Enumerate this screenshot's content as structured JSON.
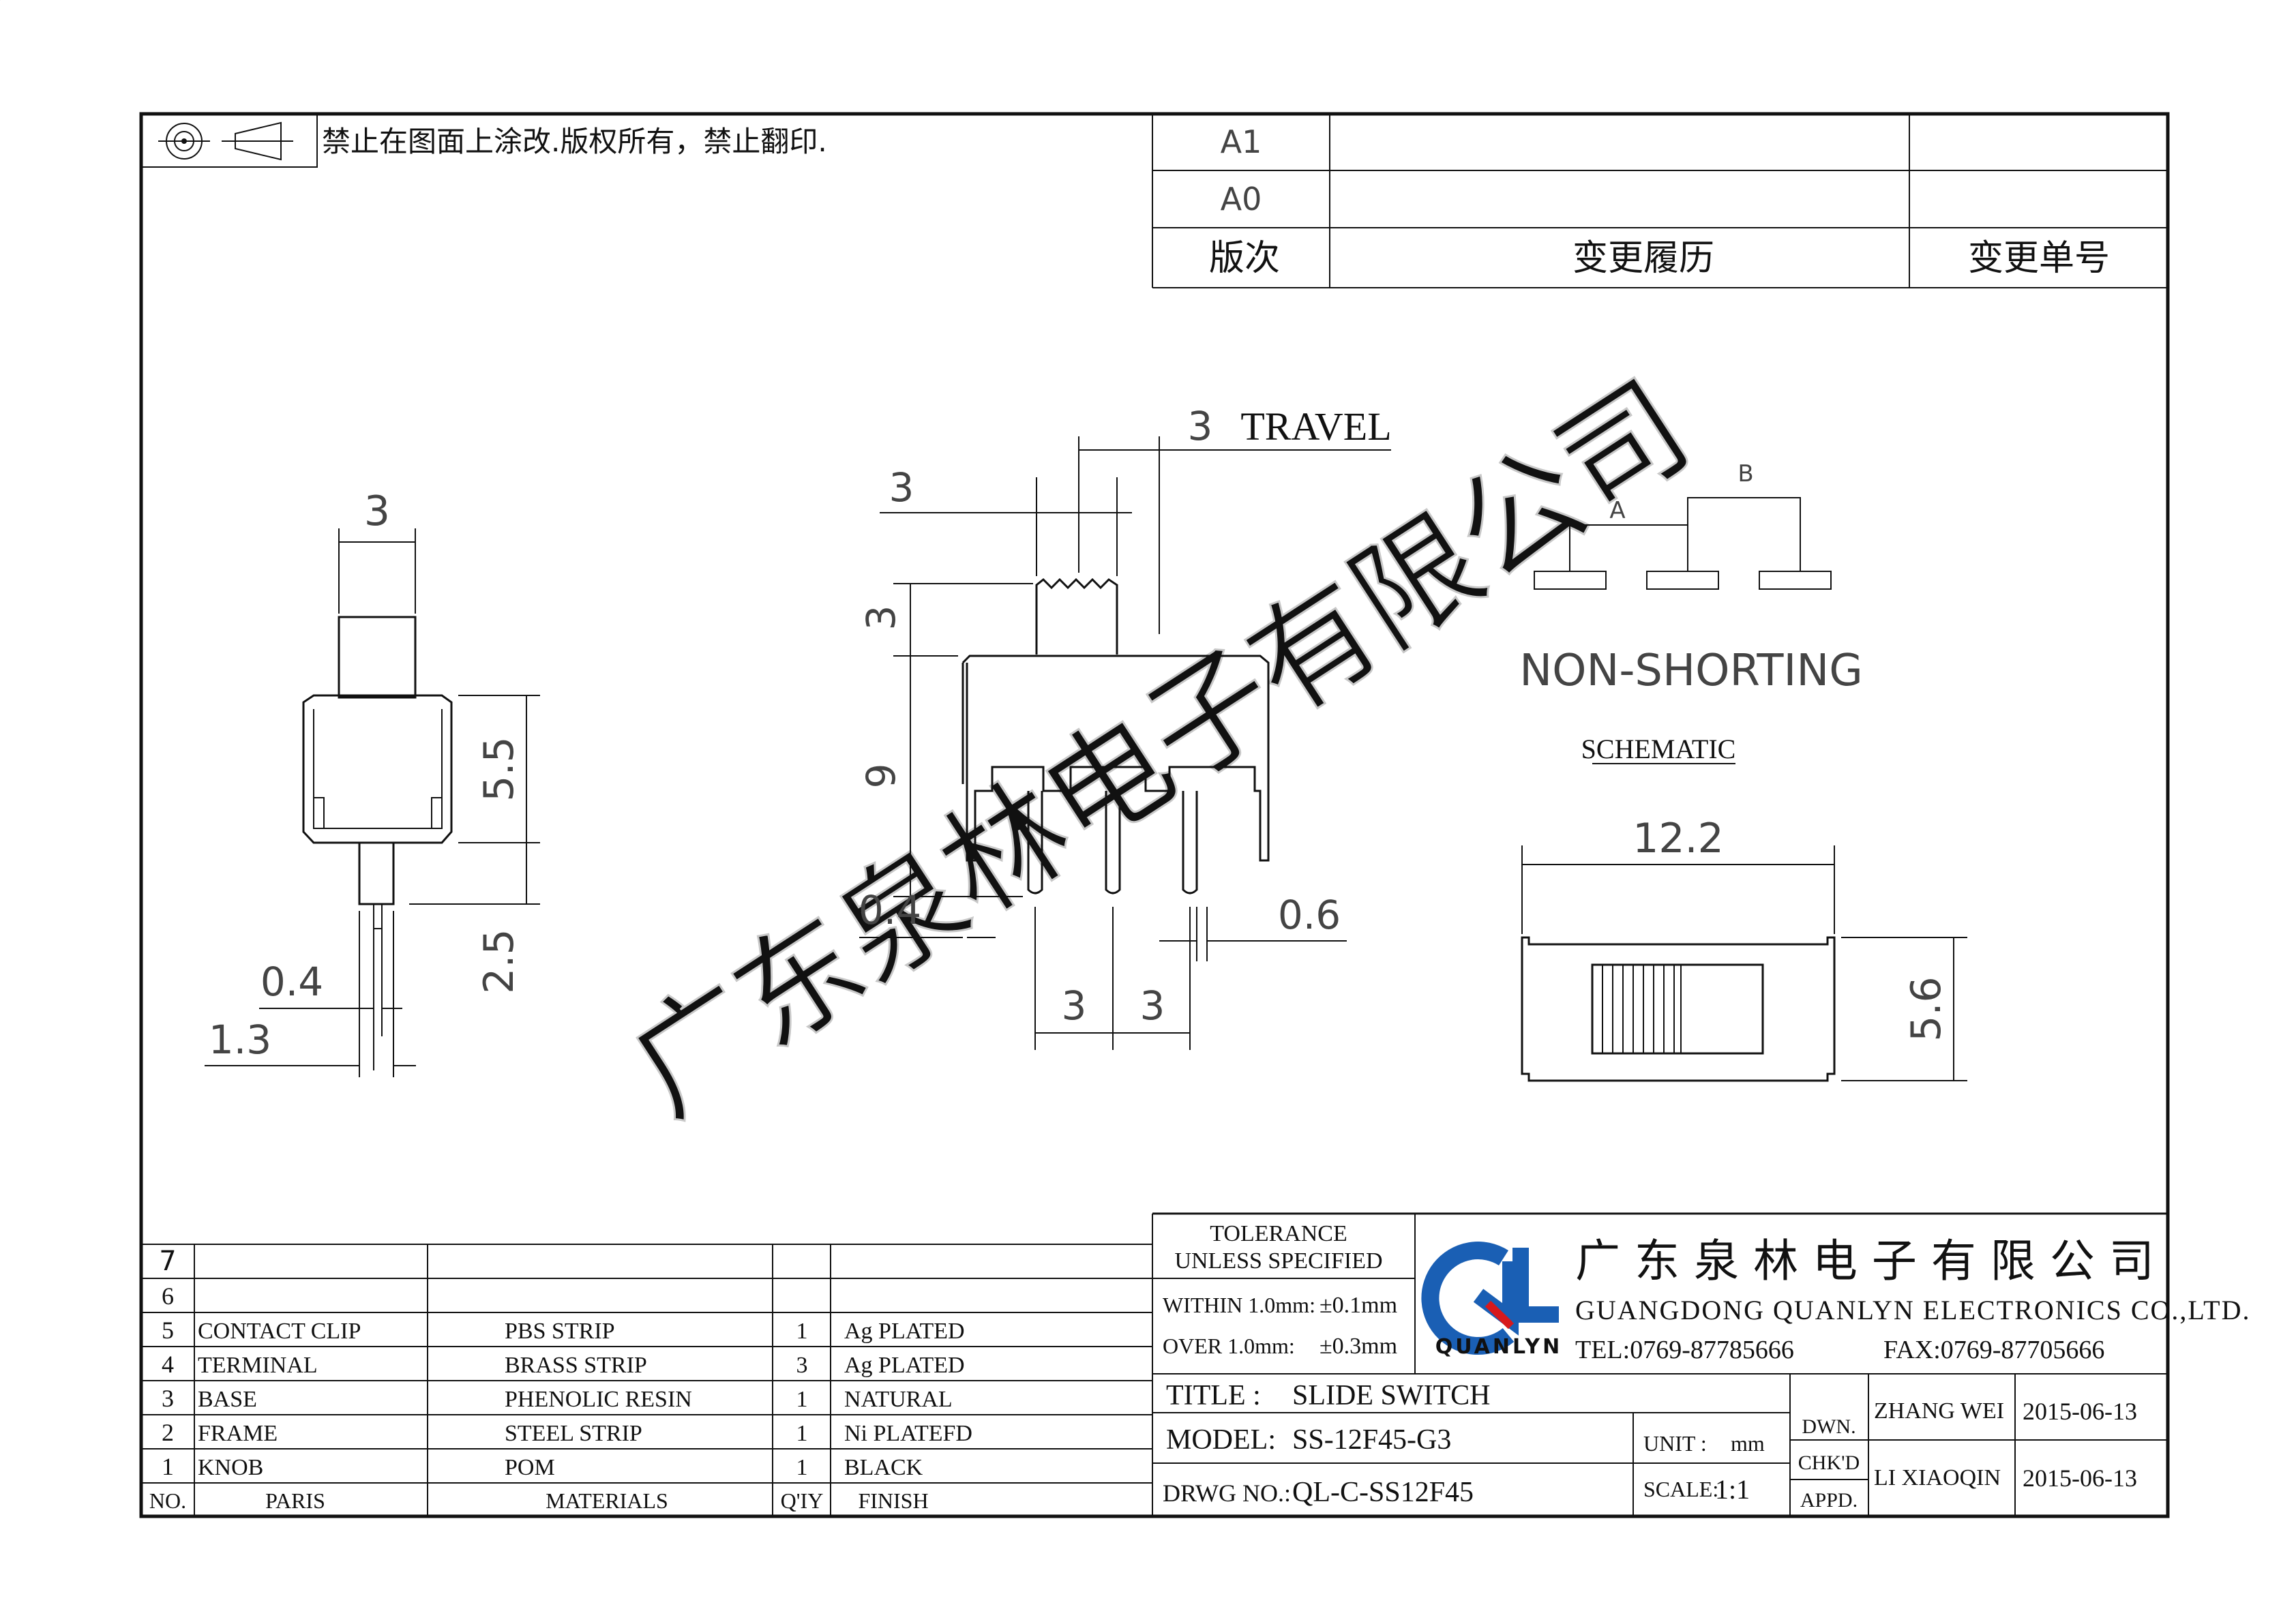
{
  "notice": "禁止在图面上涂改.版权所有，禁止翻印.",
  "revision_table": {
    "rows": [
      "A1",
      "A0"
    ],
    "headers": [
      "版次",
      "变更履历",
      "变更单号"
    ]
  },
  "side_view": {
    "dims": [
      "3",
      "5.5",
      "2.5",
      "0.4",
      "1.3"
    ]
  },
  "front_view": {
    "travel_value": "3",
    "travel_label": "TRAVEL",
    "dims": [
      "3",
      "3",
      "9",
      "0.4",
      "3",
      "3",
      "0.6"
    ]
  },
  "schematic": {
    "label_a": "A",
    "label_b": "B",
    "type": "NON-SHORTING",
    "caption": "SCHEMATIC"
  },
  "top_view": {
    "dims": [
      "12.2",
      "5.6"
    ]
  },
  "parts_table": {
    "headers": {
      "no": "NO.",
      "parts": "PARIS",
      "materials": "MATERIALS",
      "qty": "Q'IY",
      "finish": "FINISH"
    },
    "rows": [
      {
        "no": "7",
        "part": "",
        "material": "",
        "qty": "",
        "finish": ""
      },
      {
        "no": "6",
        "part": "",
        "material": "",
        "qty": "",
        "finish": ""
      },
      {
        "no": "5",
        "part": "CONTACT CLIP",
        "material": "PBS STRIP",
        "qty": "1",
        "finish": "Ag PLATED"
      },
      {
        "no": "4",
        "part": "TERMINAL",
        "material": "BRASS STRIP",
        "qty": "3",
        "finish": "Ag PLATED"
      },
      {
        "no": "3",
        "part": "BASE",
        "material": "PHENOLIC RESIN",
        "qty": "1",
        "finish": "NATURAL"
      },
      {
        "no": "2",
        "part": "FRAME",
        "material": "STEEL STRIP",
        "qty": "1",
        "finish": "Ni PLATEFD"
      },
      {
        "no": "1",
        "part": "KNOB",
        "material": "POM",
        "qty": "1",
        "finish": "BLACK"
      }
    ]
  },
  "tolerance": {
    "heading1": "TOLERANCE",
    "heading2": "UNLESS SPECIFIED",
    "within_label": "WITHIN 1.0mm:",
    "within_value": "±0.1mm",
    "over_label": "OVER 1.0mm:",
    "over_value": "±0.3mm"
  },
  "company": {
    "logo_letters": "QL",
    "logo_text": "QUANLYN",
    "name_cn": "广 东 泉 林 电 子 有 限 公 司",
    "name_en": "GUANGDONG QUANLYN ELECTRONICS CO.,LTD.",
    "tel": "TEL:0769-87785666",
    "fax": "FAX:0769-87705666"
  },
  "title_block": {
    "title_label": "TITLE :",
    "title_value": "SLIDE SWITCH",
    "model_label": "MODEL:",
    "model_value": "SS-12F45-G3",
    "drwg_label": "DRWG NO.:",
    "drwg_value": "QL-C-SS12F45",
    "unit_label": "UNIT :",
    "unit_value": "mm",
    "scale_label": "SCALE:",
    "scale_value": "1:1",
    "dwn_label": "DWN.",
    "chk_label": "CHK'D",
    "appd_label": "APPD.",
    "drawn_by": "ZHANG WEI",
    "drawn_date": "2015-06-13",
    "checked_by": "LI XIAOQIN",
    "checked_date": "2015-06-13"
  },
  "watermark": "广东泉林电子有限公司",
  "colors": {
    "logo_blue": "#1a5fb4",
    "logo_red": "#d7191c",
    "line": "#111111"
  }
}
